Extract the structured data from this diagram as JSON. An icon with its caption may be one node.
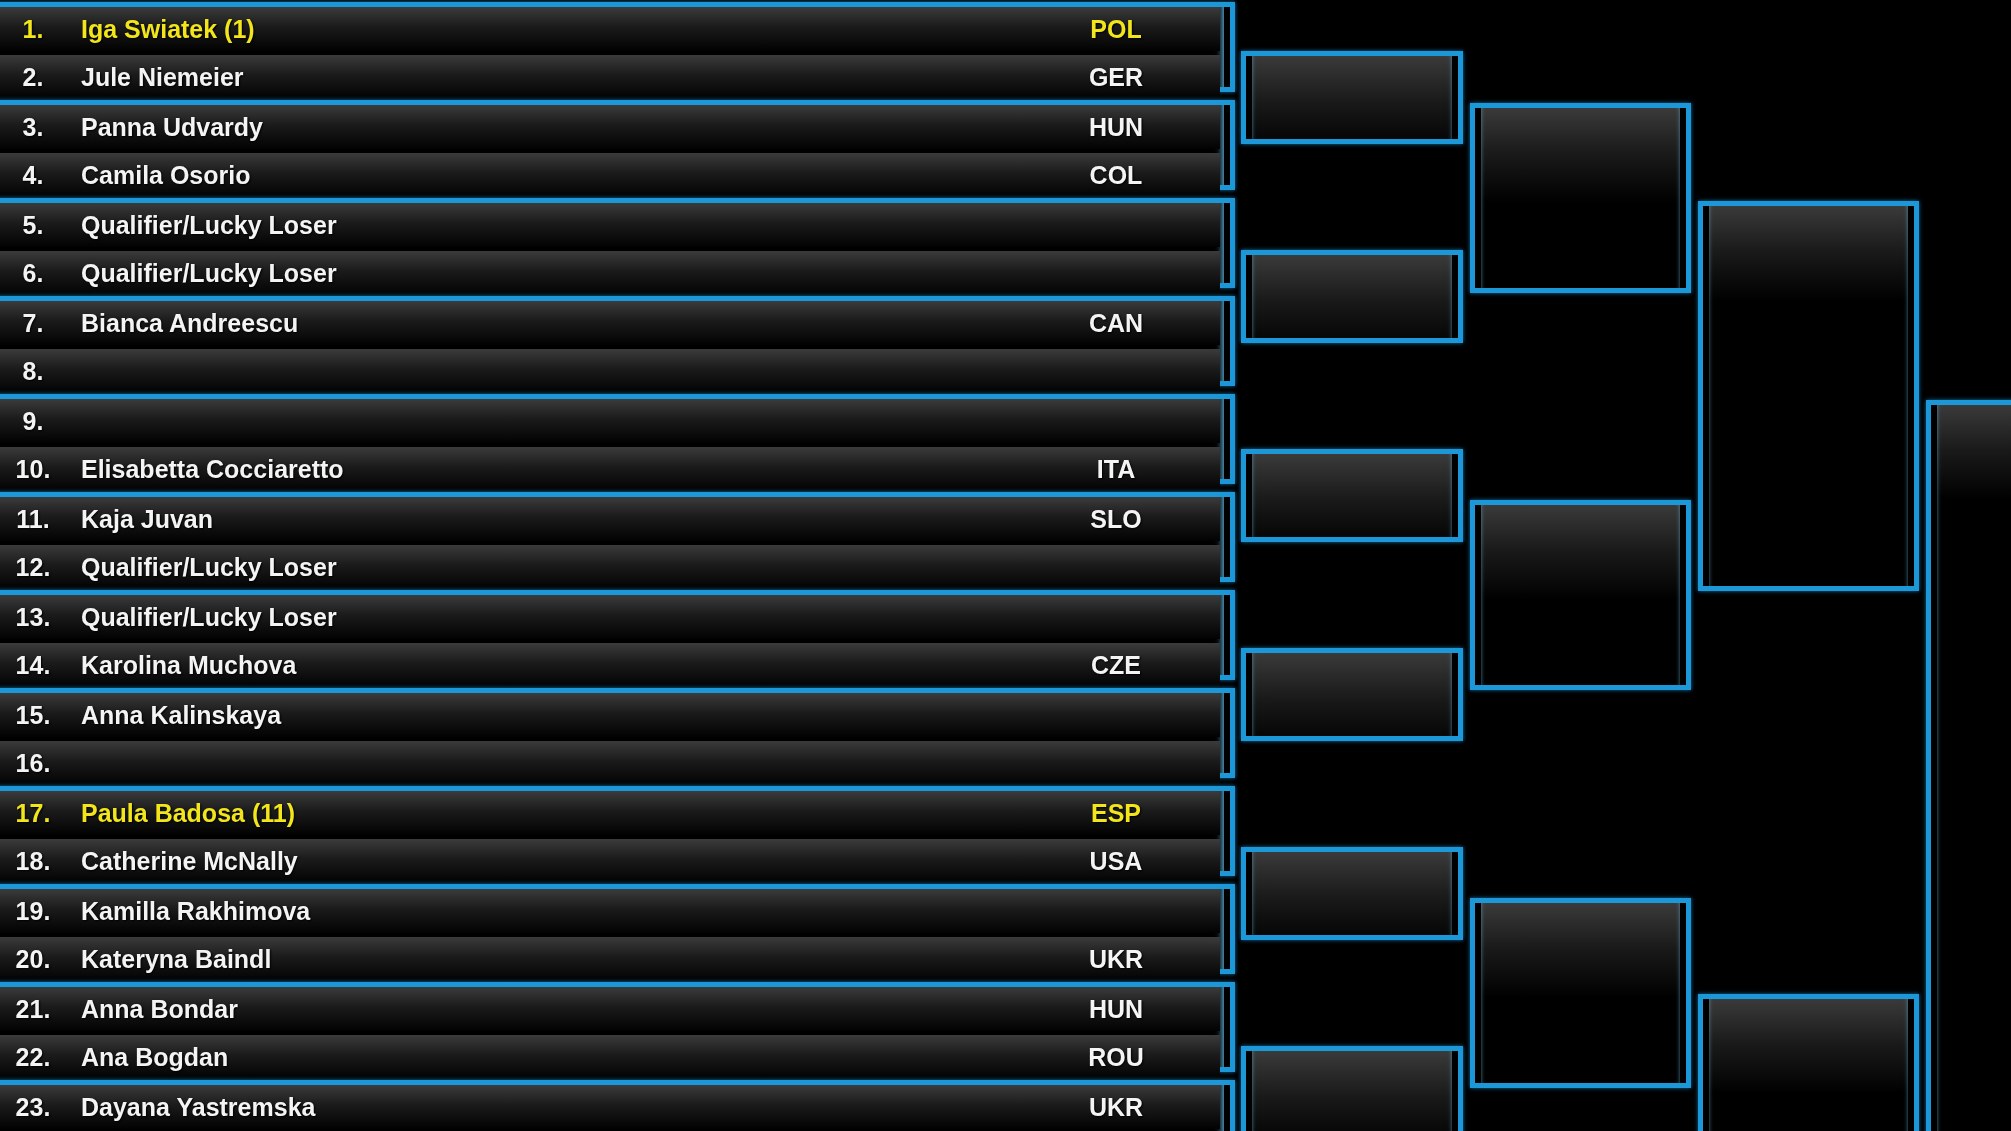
{
  "diagram": {
    "nodes": [
      {
        "text": [],
        "shape": "box"
      },
      {
        "text": [
          "1.",
          "Iga Swiatek (1)",
          "POL"
        ],
        "in": 0
      },
      {
        "text": [
          "2.",
          "Jule Niemeier",
          "GER"
        ],
        "in": 0
      },
      {
        "text": [],
        "shape": "box"
      },
      {
        "text": [
          "3.",
          "Panna Udvardy",
          "HUN"
        ],
        "in": 3
      },
      {
        "text": [
          "4.",
          "Camila Osorio",
          "COL"
        ],
        "in": 3
      },
      {
        "text": [],
        "shape": "box"
      },
      {
        "text": [
          "5.",
          "Qualifier/Lucky Loser"
        ],
        "in": 6
      },
      {
        "text": [
          "6.",
          "Qualifier/Lucky Loser"
        ],
        "in": 6
      },
      {
        "text": [],
        "shape": "box"
      },
      {
        "text": [
          "7.",
          "Bianca Andreescu",
          "CAN"
        ],
        "in": 9
      },
      {
        "text": [
          "8."
        ],
        "in": 9
      },
      {
        "text": [],
        "shape": "box"
      },
      {
        "text": [
          "9."
        ],
        "in": 12
      },
      {
        "text": [
          "10.",
          "Elisabetta Cocciaretto",
          "ITA"
        ],
        "in": 12
      },
      {
        "text": [],
        "shape": "box"
      },
      {
        "text": [
          "11.",
          "Kaja Juvan",
          "SLO"
        ],
        "in": 15
      },
      {
        "text": [
          "12.",
          "Qualifier/Lucky Loser"
        ],
        "in": 15
      },
      {
        "text": [],
        "shape": "box"
      },
      {
        "text": [
          "13.",
          "Qualifier/Lucky Loser"
        ],
        "in": 18
      },
      {
        "text": [
          "14.",
          "Karolina Muchova",
          "CZE"
        ],
        "in": 18
      },
      {
        "text": [],
        "shape": "box"
      },
      {
        "text": [
          "15.",
          "Anna Kalinskaya"
        ],
        "in": 21
      },
      {
        "text": [
          "16."
        ],
        "in": 21
      },
      {
        "text": [],
        "shape": "box"
      },
      {
        "text": [
          "17.",
          "Paula Badosa (11)",
          "ESP"
        ],
        "in": 24
      },
      {
        "text": [
          "18.",
          "Catherine McNally",
          "USA"
        ],
        "in": 24
      },
      {
        "text": [],
        "shape": "box"
      },
      {
        "text": [
          "19.",
          "Kamilla Rakhimova"
        ],
        "in": 27
      },
      {
        "text": [
          "20.",
          "Kateryna Baindl",
          "UKR"
        ],
        "in": 27
      },
      {
        "text": [],
        "shape": "box"
      },
      {
        "text": [
          "21.",
          "Anna Bondar",
          "HUN"
        ],
        "in": 30
      },
      {
        "text": [
          "22.",
          "Ana Bogdan",
          "ROU"
        ],
        "in": 30
      },
      {
        "text": [],
        "shape": "box"
      },
      {
        "text": [
          "23.",
          "Dayana Yastremska",
          "UKR"
        ],
        "in": 33
      },
      {
        "text": [],
        "shape": "box"
      },
      {
        "text": [],
        "shape": "box"
      },
      {
        "text": [],
        "shape": "box"
      },
      {
        "text": [],
        "shape": "box"
      },
      {
        "text": [],
        "shape": "box"
      },
      {
        "text": [],
        "shape": "box"
      },
      {
        "text": [],
        "shape": "box"
      },
      {
        "text": [],
        "shape": "box"
      },
      {
        "text": [],
        "shape": "box"
      },
      {
        "text": [],
        "shape": "box"
      },
      {
        "text": [],
        "shape": "box"
      },
      {
        "text": [],
        "shape": "box"
      }
    ]
  }
}
